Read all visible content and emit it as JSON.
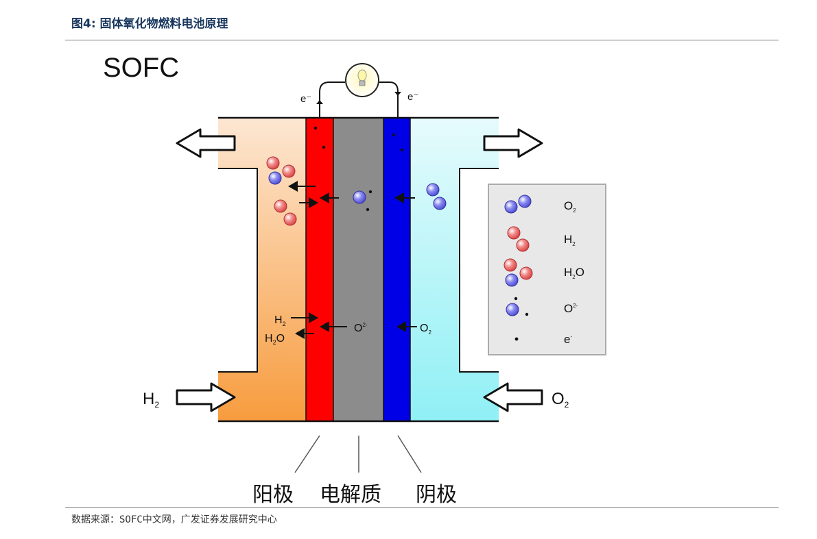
{
  "figure_title": "图4: 固体氧化物燃料电池原理",
  "source": "数据来源：SOFC中文网，广发证券发展研究中心",
  "diagram": {
    "title": "SOFC",
    "electron_left": "e⁻",
    "electron_right": "e⁻",
    "inlet_left_h": "H",
    "inlet_left_sub": "2",
    "inlet_right_o": "O",
    "inlet_right_sub": "2",
    "anode_h2": "H",
    "anode_h2_sub": "2",
    "anode_h2o_h": "H",
    "anode_h2o_sub": "2",
    "anode_h2o_o": "O",
    "electrolyte_ion": "O",
    "electrolyte_ion_sup": "2-",
    "cathode_o2": "O",
    "cathode_o2_sub": "2",
    "labels": {
      "anode": "阳极",
      "electrolyte": "电解质",
      "cathode": "阴极"
    },
    "legend": [
      {
        "symbol": "O",
        "sub": "2",
        "sup": ""
      },
      {
        "symbol": "H",
        "sub": "2",
        "sup": ""
      },
      {
        "symbol": "H",
        "sub": "2",
        "sup": "",
        "tail": "O"
      },
      {
        "symbol": "O",
        "sub": "",
        "sup": "2-"
      },
      {
        "symbol": "e",
        "sub": "",
        "sup": "-"
      }
    ],
    "colors": {
      "anode_chamber": "#f4a460",
      "anode": "#ff0000",
      "electrolyte": "#8c8c8c",
      "cathode": "#0000e6",
      "cathode_chamber": "#aaf2f6",
      "hydrogen_atom": "#e86464",
      "oxygen_atom": "#6464e0",
      "legend_bg": "#e8e8e8"
    }
  }
}
